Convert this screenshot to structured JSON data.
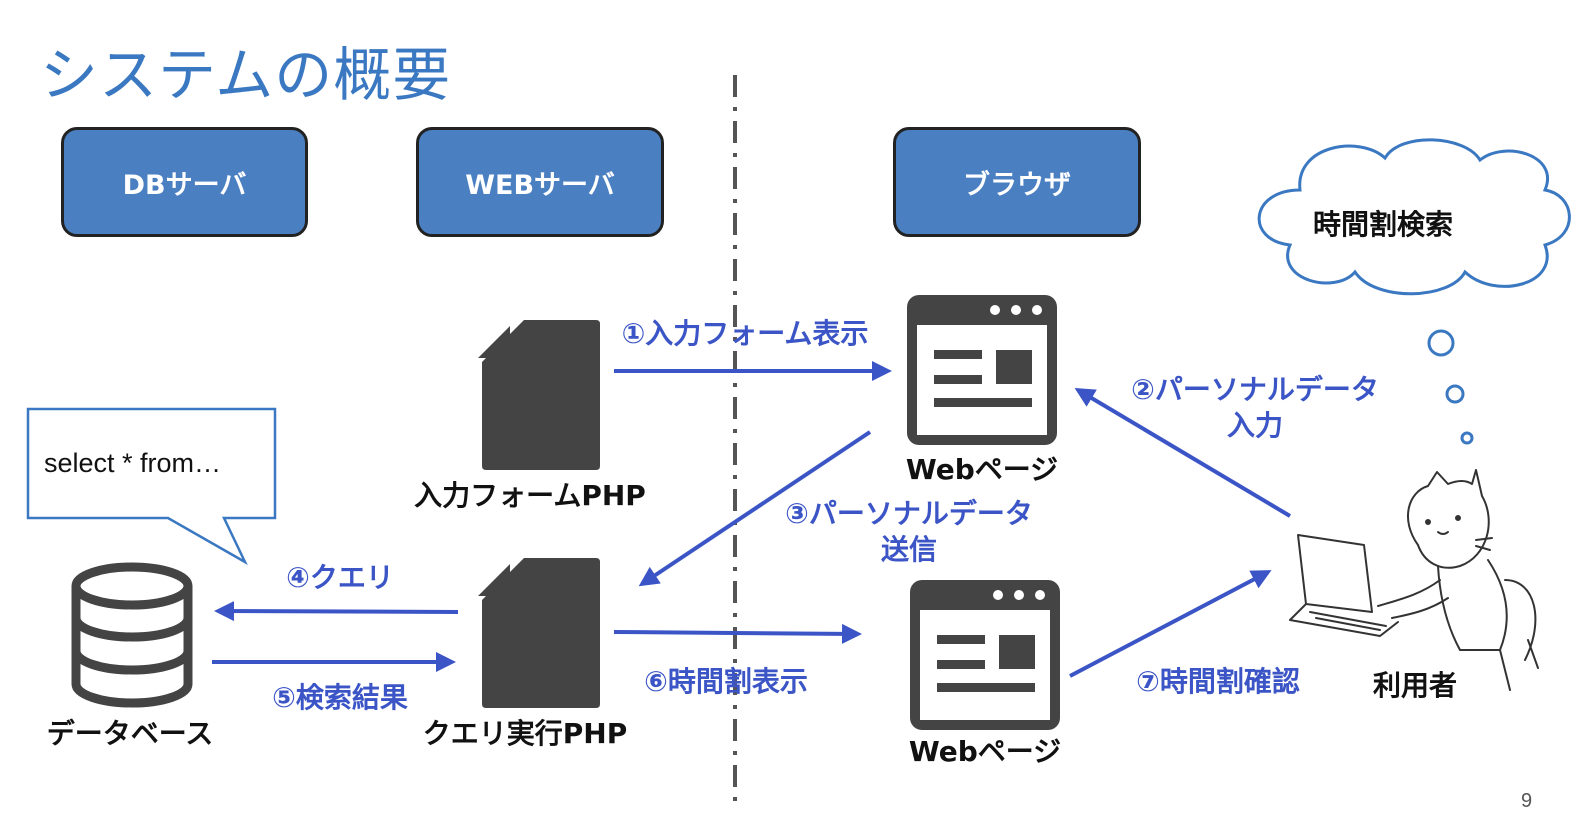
{
  "title": "システムの概要",
  "page_number": "9",
  "headers": {
    "db_server": "DBサーバ",
    "web_server": "WEBサーバ",
    "browser": "ブラウザ"
  },
  "nodes": {
    "input_form_php": "入力フォームPHP",
    "query_php": "クエリ実行PHP",
    "database": "データベース",
    "webpage_top": "Webページ",
    "webpage_bottom": "Webページ",
    "user": "利用者"
  },
  "edges": {
    "e1": "①入力フォーム表示",
    "e2_line1": "②パーソナルデータ",
    "e2_line2": "入力",
    "e3_line1": "③パーソナルデータ",
    "e3_line2": "送信",
    "e4": "④クエリ",
    "e5": "⑤検索結果",
    "e6": "⑥時間割表示",
    "e7": "⑦時間割確認"
  },
  "callout": {
    "text": "select * from…"
  },
  "thought": {
    "text": "時間割検索"
  },
  "colors": {
    "accent": "#3b55c6",
    "header_fill": "#4a7fc1",
    "title": "#3b78c2",
    "icon": "#444444"
  }
}
